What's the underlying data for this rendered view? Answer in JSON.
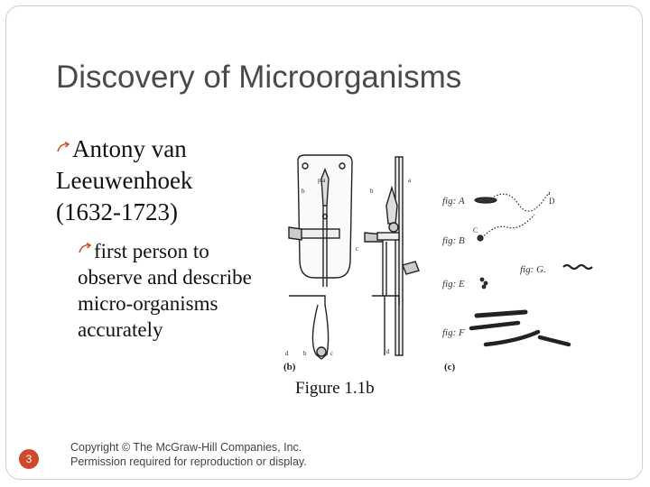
{
  "slide": {
    "title": "Discovery of Microorganisms",
    "bullets": {
      "level1": "Antony van Leeuwenhoek (1632-1723)",
      "level2": "first person to observe and describe micro-organisms accurately"
    },
    "figure": {
      "caption": "Figure 1.1b",
      "panel_b_label": "(b)",
      "panel_c_label": "(c)",
      "part_labels": [
        "a",
        "b",
        "c",
        "d"
      ],
      "fig_labels": [
        "A",
        "B",
        "C",
        "D",
        "E",
        "F",
        "G"
      ],
      "fig_prefix": "fig:"
    },
    "footer": {
      "slide_number": "3",
      "copyright_line1": "Copyright © The McGraw-Hill Companies, Inc.",
      "copyright_line2": "Permission required for reproduction or display."
    },
    "colors": {
      "accent": "#cf4a2a",
      "title": "#4a4a4a"
    },
    "icons": {
      "bullet": "hollow-curved-arrow-icon"
    }
  }
}
